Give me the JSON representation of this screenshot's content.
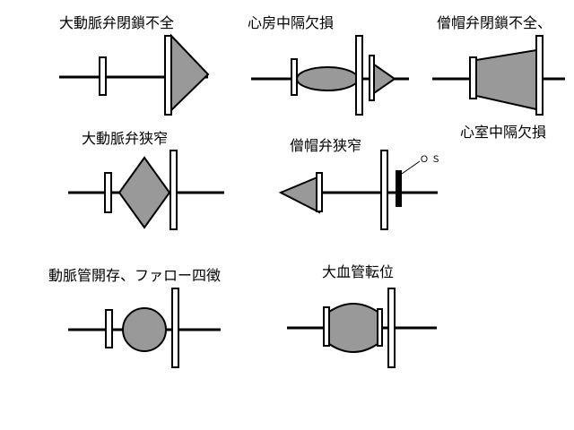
{
  "colors": {
    "line": "#000000",
    "shape_fill": "#999999",
    "background": "#ffffff"
  },
  "labels": {
    "aortic_regurgitation": "大動脈弁閉鎖不全",
    "atrial_septal_defect": "心房中隔欠損",
    "mitral_regurgitation": "僧帽弁閉鎖不全、",
    "ventricular_septal_defect": "心室中隔欠損",
    "aortic_stenosis": "大動脈弁狭窄",
    "mitral_stenosis": "僧帽弁狭窄",
    "opening_snap": "ＯＳ",
    "pda_tetralogy": "動脈管開存、ファロー四徴",
    "transposition": "大血管転位"
  }
}
